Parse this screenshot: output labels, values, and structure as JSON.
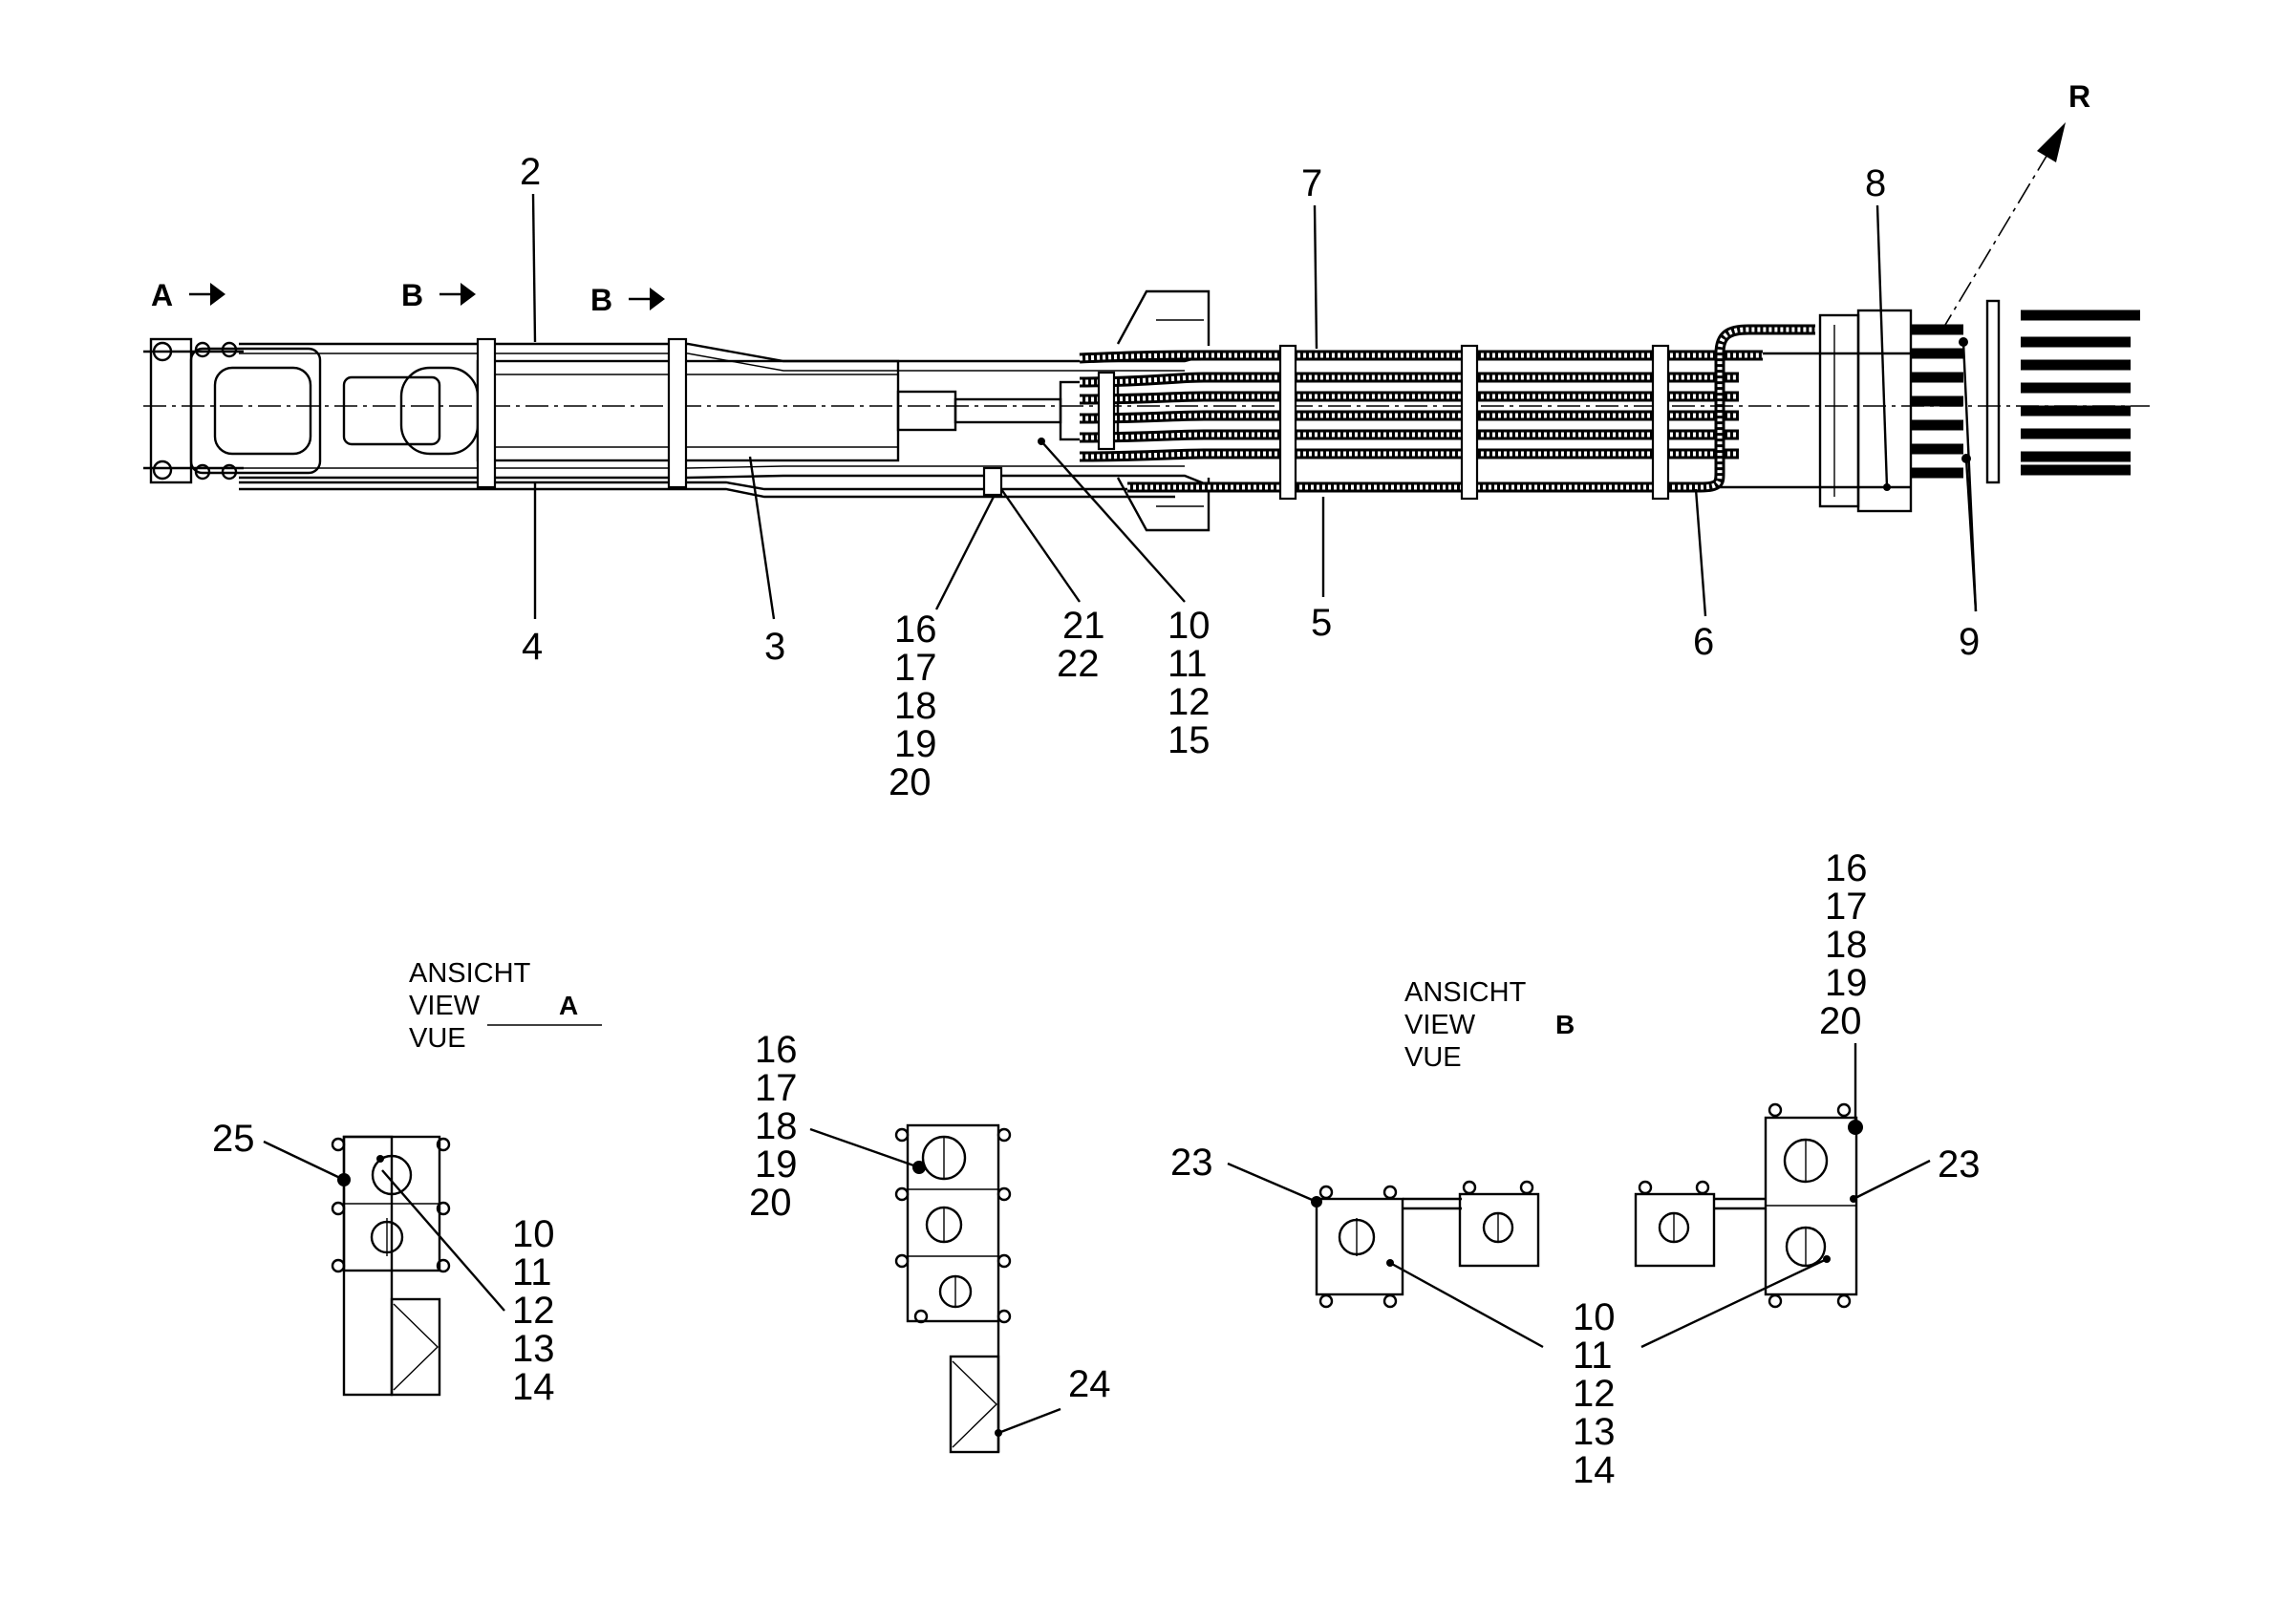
{
  "main_view": {
    "section_arrows": [
      {
        "id": "a",
        "text": "A"
      },
      {
        "id": "b1",
        "text": "B"
      },
      {
        "id": "b2",
        "text": "B"
      }
    ],
    "direction_label": "R",
    "callouts_top": [
      "2",
      "7",
      "8"
    ],
    "callouts_bottom": {
      "c4": "4",
      "c3": "3",
      "c16": [
        "16",
        "17",
        "18",
        "19",
        "20"
      ],
      "c21": [
        "21",
        "22"
      ],
      "c10": [
        "10",
        "11",
        "12",
        "15"
      ],
      "c5": "5",
      "c6": "6",
      "c9": "9"
    }
  },
  "view_a": {
    "title_lines": [
      "ANSICHT",
      "VIEW",
      "VUE"
    ],
    "letter": "A",
    "c25": "25",
    "c10": [
      "10",
      "11",
      "12",
      "13",
      "14"
    ],
    "c16": [
      "16",
      "17",
      "18",
      "19",
      "20"
    ],
    "c24": "24"
  },
  "view_b": {
    "title_lines": [
      "ANSICHT",
      "VIEW",
      "VUE"
    ],
    "letter": "B",
    "c16": [
      "16",
      "17",
      "18",
      "19",
      "20"
    ],
    "c23_left": "23",
    "c23_right": "23",
    "c10": [
      "10",
      "11",
      "12",
      "13",
      "14"
    ]
  }
}
